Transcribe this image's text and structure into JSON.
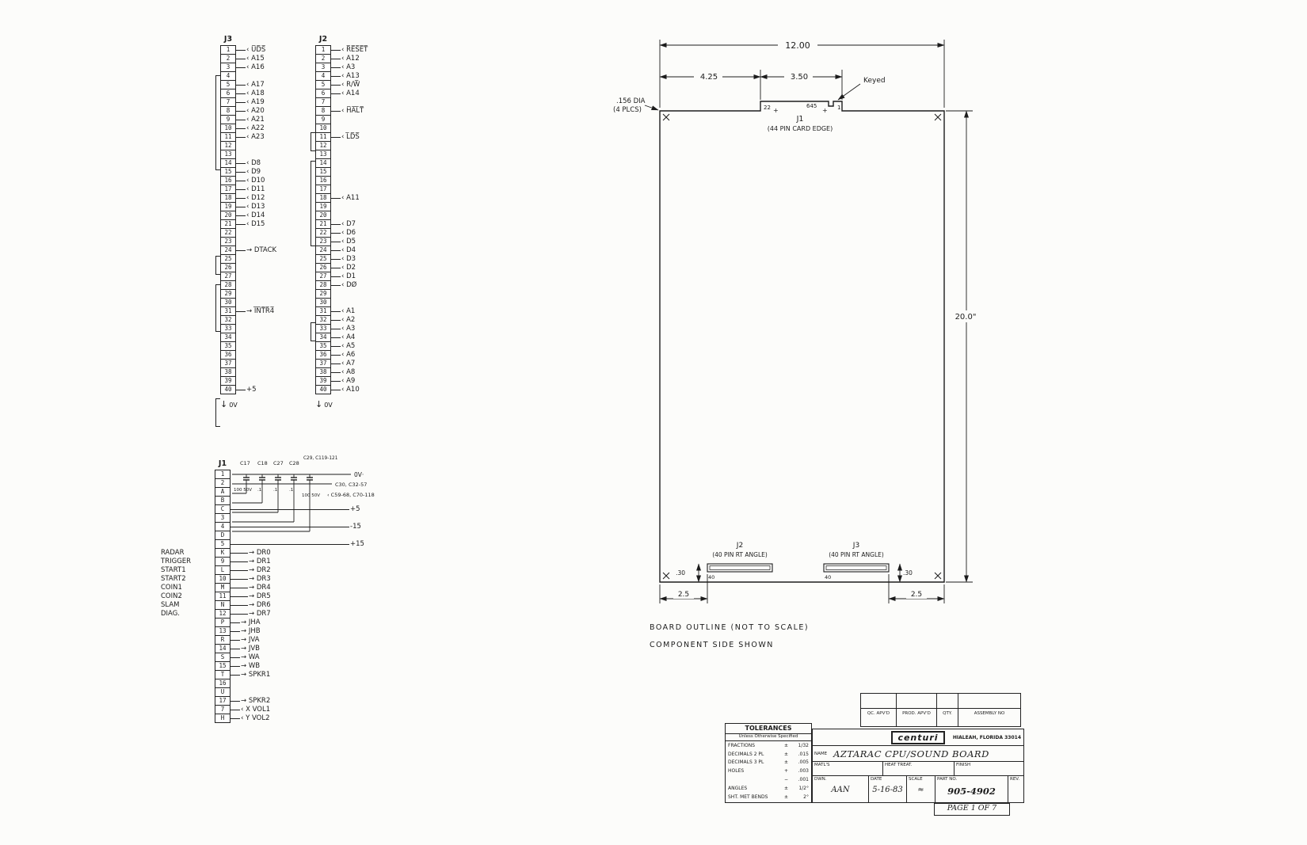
{
  "connectors": {
    "j3": {
      "title": "J3",
      "ground": "0V",
      "pins": [
        {
          "n": "1",
          "label": "‹ U̅D̅S̅"
        },
        {
          "n": "2",
          "label": "‹ A15"
        },
        {
          "n": "3",
          "label": "‹ A16"
        },
        {
          "n": "4",
          "label": ""
        },
        {
          "n": "5",
          "label": "‹ A17"
        },
        {
          "n": "6",
          "label": "‹ A18"
        },
        {
          "n": "7",
          "label": "‹ A19"
        },
        {
          "n": "8",
          "label": "‹ A20"
        },
        {
          "n": "9",
          "label": "‹ A21"
        },
        {
          "n": "10",
          "label": "‹ A22"
        },
        {
          "n": "11",
          "label": "‹ A23"
        },
        {
          "n": "12",
          "label": ""
        },
        {
          "n": "13",
          "label": ""
        },
        {
          "n": "14",
          "label": "‹ D8"
        },
        {
          "n": "15",
          "label": "‹ D9"
        },
        {
          "n": "16",
          "label": "‹ D10"
        },
        {
          "n": "17",
          "label": "‹ D11"
        },
        {
          "n": "18",
          "label": "‹ D12"
        },
        {
          "n": "19",
          "label": "‹ D13"
        },
        {
          "n": "20",
          "label": "‹ D14"
        },
        {
          "n": "21",
          "label": "‹ D15"
        },
        {
          "n": "22",
          "label": ""
        },
        {
          "n": "23",
          "label": ""
        },
        {
          "n": "24",
          "label": "→ DTACK"
        },
        {
          "n": "25",
          "label": ""
        },
        {
          "n": "26",
          "label": ""
        },
        {
          "n": "27",
          "label": ""
        },
        {
          "n": "28",
          "label": ""
        },
        {
          "n": "29",
          "label": ""
        },
        {
          "n": "30",
          "label": ""
        },
        {
          "n": "31",
          "label": "→ I̅N̅T̅R̅4̅"
        },
        {
          "n": "32",
          "label": ""
        },
        {
          "n": "33",
          "label": ""
        },
        {
          "n": "34",
          "label": ""
        },
        {
          "n": "35",
          "label": ""
        },
        {
          "n": "36",
          "label": ""
        },
        {
          "n": "37",
          "label": ""
        },
        {
          "n": "38",
          "label": ""
        },
        {
          "n": "39",
          "label": ""
        },
        {
          "n": "40",
          "label": "+5"
        }
      ]
    },
    "j2": {
      "title": "J2",
      "ground": "0V",
      "pins": [
        {
          "n": "1",
          "label": "‹ R̅E̅S̅E̅T̅"
        },
        {
          "n": "2",
          "label": "‹ A12"
        },
        {
          "n": "3",
          "label": "‹ A3"
        },
        {
          "n": "4",
          "label": "‹ A13"
        },
        {
          "n": "5",
          "label": "‹ R/W̅"
        },
        {
          "n": "6",
          "label": "‹ A14"
        },
        {
          "n": "7",
          "label": ""
        },
        {
          "n": "8",
          "label": "‹ H̅A̅L̅T̅"
        },
        {
          "n": "9",
          "label": ""
        },
        {
          "n": "10",
          "label": ""
        },
        {
          "n": "11",
          "label": "‹ L̅D̅S̅"
        },
        {
          "n": "12",
          "label": ""
        },
        {
          "n": "13",
          "label": ""
        },
        {
          "n": "14",
          "label": ""
        },
        {
          "n": "15",
          "label": ""
        },
        {
          "n": "16",
          "label": ""
        },
        {
          "n": "17",
          "label": ""
        },
        {
          "n": "18",
          "label": "‹ A11"
        },
        {
          "n": "19",
          "label": ""
        },
        {
          "n": "20",
          "label": ""
        },
        {
          "n": "21",
          "label": "‹ D7"
        },
        {
          "n": "22",
          "label": "‹ D6"
        },
        {
          "n": "23",
          "label": "‹ D5"
        },
        {
          "n": "24",
          "label": "‹ D4"
        },
        {
          "n": "25",
          "label": "‹ D3"
        },
        {
          "n": "26",
          "label": "‹ D2"
        },
        {
          "n": "27",
          "label": "‹ D1"
        },
        {
          "n": "28",
          "label": "‹ DØ"
        },
        {
          "n": "29",
          "label": ""
        },
        {
          "n": "30",
          "label": ""
        },
        {
          "n": "31",
          "label": "‹ A1"
        },
        {
          "n": "32",
          "label": "‹ A2"
        },
        {
          "n": "33",
          "label": "‹ A3"
        },
        {
          "n": "34",
          "label": "‹ A4"
        },
        {
          "n": "35",
          "label": "‹ A5"
        },
        {
          "n": "36",
          "label": "‹ A6"
        },
        {
          "n": "37",
          "label": "‹ A7"
        },
        {
          "n": "38",
          "label": "‹ A8"
        },
        {
          "n": "39",
          "label": "‹ A9"
        },
        {
          "n": "40",
          "label": "‹ A10"
        }
      ]
    },
    "j1": {
      "title": "J1",
      "pins": [
        {
          "n": "1"
        },
        {
          "n": "2"
        },
        {
          "n": "A"
        },
        {
          "n": "B"
        },
        {
          "n": "C",
          "label": "+5"
        },
        {
          "n": "3"
        },
        {
          "n": "4",
          "label": "-15"
        },
        {
          "n": "D"
        },
        {
          "n": "5",
          "label": "+15"
        },
        {
          "n": "K",
          "left": "RADAR",
          "label": "→ DR0"
        },
        {
          "n": "9",
          "left": "TRIGGER",
          "label": "→ DR1"
        },
        {
          "n": "L",
          "left": "START1",
          "label": "→ DR2"
        },
        {
          "n": "10",
          "left": "START2",
          "label": "→ DR3"
        },
        {
          "n": "M",
          "left": "COIN1",
          "label": "→ DR4"
        },
        {
          "n": "11",
          "left": "COIN2",
          "label": "→ DR5"
        },
        {
          "n": "N",
          "left": "SLAM",
          "label": "→ DR6"
        },
        {
          "n": "12",
          "left": "DIAG.",
          "label": "→ DR7"
        },
        {
          "n": "P",
          "label": "→ JHA"
        },
        {
          "n": "13",
          "label": "→ JHB"
        },
        {
          "n": "R",
          "label": "→ JVA"
        },
        {
          "n": "14",
          "label": "→ JVB"
        },
        {
          "n": "S",
          "label": "→ WA"
        },
        {
          "n": "15",
          "label": "→ WB"
        },
        {
          "n": "T",
          "label": "→ SPKR1"
        },
        {
          "n": "16"
        },
        {
          "n": "U"
        },
        {
          "n": "17",
          "label": "→ SPKR2"
        },
        {
          "n": "7",
          "label": "‹ X VOL1"
        },
        {
          "n": "H",
          "label": "‹ Y VOL2"
        }
      ]
    }
  },
  "cap_network": {
    "caps": [
      {
        "name": "C17",
        "value": "100 50V"
      },
      {
        "name": "C18",
        "value": ".1"
      },
      {
        "name": "C27",
        "value": ".1"
      },
      {
        "name": "C28",
        "value": ".1"
      },
      {
        "name": "C29, C119-121",
        "value": "100 50V"
      }
    ],
    "rail_top_label": "0V·",
    "group1": "C30, C32-57",
    "group2": "‹ C59-68, C70-118"
  },
  "board": {
    "dim_width": "12.00",
    "dim_seg_left": "4.25",
    "dim_seg_right": "3.50",
    "keyed_label": "Keyed",
    "hole_dia": ".156 DIA",
    "hole_plcs": "(4 PLCS)",
    "edge_pin_left": "22",
    "edge_pin_right": "1",
    "edge_key_dim": "645",
    "cross_mark": "+",
    "j1_label": "J1",
    "j1_sub": "(44 PIN CARD EDGE)",
    "dim_height": "20.0\"",
    "j2_label": "J2",
    "j2_sub": "(40 PIN RT ANGLE)",
    "j2_pin": "40",
    "j3_label": "J3",
    "j3_sub": "(40 PIN RT ANGLE)",
    "j3_pin": "40",
    "dim_j2_offset": ".30",
    "dim_j3_offset": ".30",
    "dim_bl": "2.5",
    "dim_br": "2.5",
    "note_outline": "BOARD OUTLINE  (NOT TO SCALE)",
    "note_side": "COMPONENT SIDE SHOWN"
  },
  "titleblock": {
    "tolerances_title": "TOLERANCES",
    "tolerances_sub": "Unless Otherwise Specified",
    "tolerances": [
      {
        "item": "FRACTIONS",
        "sign": "±",
        "value": "1/32"
      },
      {
        "item": "DECIMALS 2 PL",
        "sign": "±",
        "value": ".015"
      },
      {
        "item": "DECIMALS 3 PL",
        "sign": "±",
        "value": ".005"
      },
      {
        "item": "HOLES",
        "sign": "+",
        "value": ".003"
      },
      {
        "item": "",
        "sign": "−",
        "value": ".001"
      },
      {
        "item": "ANGLES",
        "sign": "±",
        "value": "1/2°"
      },
      {
        "item": "SHT. MET BENDS",
        "sign": "±",
        "value": "2°"
      }
    ],
    "approvals": [
      "QC. APV'D",
      "PROD. APV'D",
      "QTY.",
      "ASSEMBLY NO"
    ],
    "company": "centuri",
    "location": "HIALEAH, FLORIDA 33014",
    "name_label": "NAME",
    "name_value": "AZTARAC CPU/SOUND BOARD",
    "matl_label": "MATL'S",
    "heat_label": "HEAT TREAT.",
    "finish_label": "FINISH",
    "dwn_label": "DWN.",
    "dwn_value": "AAN",
    "date_label": "DATE",
    "date_value": "5-16-83",
    "scale_label": "SCALE",
    "scale_value": "≈",
    "part_label": "PART NO.",
    "part_value": "905-4902",
    "rev_label": "REV.",
    "page": "PAGE 1 OF 7"
  }
}
